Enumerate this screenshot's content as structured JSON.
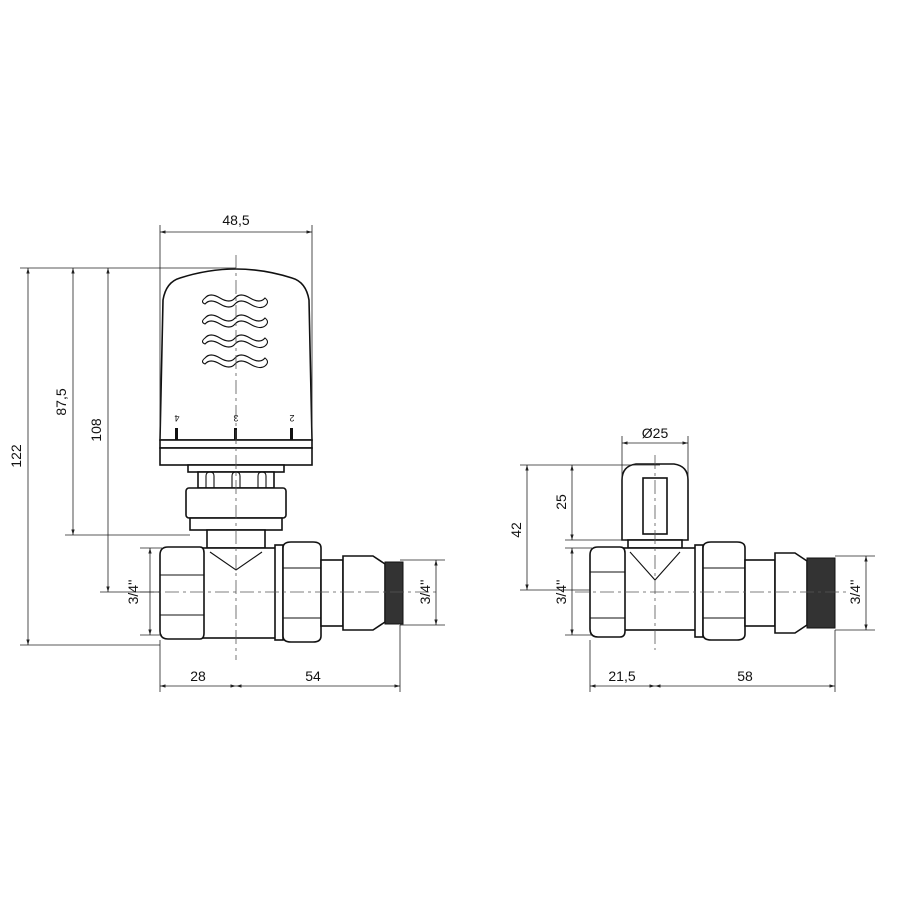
{
  "left_valve": {
    "dimensions": {
      "cap_width": "48,5",
      "total_height": "122",
      "height_to_nut": "87,5",
      "height_to_axis": "108",
      "inlet_thread": "3/4''",
      "outlet_thread": "3/4''",
      "inlet_to_axis": "28",
      "axis_to_outlet": "54"
    },
    "scale_marks": [
      "4",
      "3",
      "2"
    ]
  },
  "right_valve": {
    "dimensions": {
      "cap_diameter": "Ø25",
      "cap_height": "25",
      "height_to_axis": "42",
      "inlet_thread": "3/4''",
      "outlet_thread": "3/4''",
      "inlet_to_axis": "21,5",
      "axis_to_outlet": "58"
    }
  }
}
